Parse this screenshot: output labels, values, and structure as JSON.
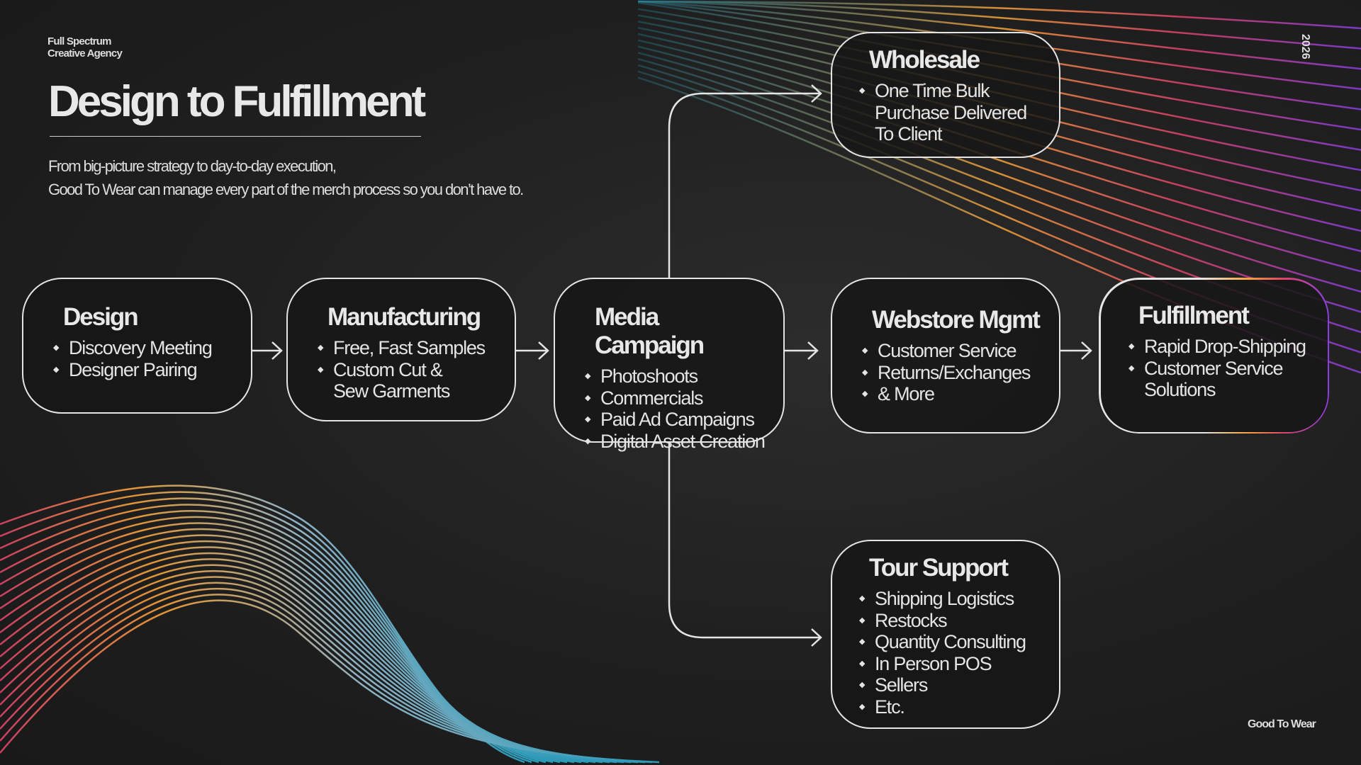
{
  "header": {
    "agency_line1": "Full Spectrum",
    "agency_line2": "Creative Agency",
    "title": "Design to Fulfillment",
    "subtitle_line1": "From big-picture strategy to day-to-day execution,",
    "subtitle_line2": "Good To Wear can manage every part of the merch process so you don’t have to.",
    "year": "2026"
  },
  "footer": {
    "brand": "Good To Wear"
  },
  "steps": {
    "design": {
      "title": "Design",
      "items": [
        "Discovery Meeting",
        "Designer Pairing"
      ]
    },
    "manufacturing": {
      "title": "Manufacturing",
      "items": [
        "Free, Fast Samples",
        "Custom Cut &",
        "Sew Garments"
      ]
    },
    "media": {
      "title": "Media Campaign",
      "items": [
        "Photoshoots",
        "Commercials",
        "Paid Ad Campaigns",
        "Digital Asset Creation"
      ]
    },
    "webstore": {
      "title": "Webstore Mgmt",
      "items": [
        "Customer Service",
        "Returns/Exchanges",
        "& More"
      ]
    },
    "fulfillment": {
      "title": "Fulfillment",
      "items": [
        "Rapid Drop-Shipping",
        "Customer Service",
        "Solutions"
      ]
    },
    "wholesale": {
      "title": "Wholesale",
      "items": [
        "One Time Bulk",
        "Purchase Delivered",
        "To Client"
      ]
    },
    "tour": {
      "title": "Tour Support",
      "items": [
        "Shipping Logistics",
        "Restocks",
        "Quantity Consulting",
        "In Person POS",
        "Sellers",
        "Etc."
      ]
    }
  },
  "colors": {
    "background": "#1e1e1e",
    "text": "#e6e6e6",
    "accent_orange": "#f6a33a",
    "accent_pink": "#e0436a",
    "accent_purple": "#8a3ee0",
    "accent_teal": "#2aa7c9"
  }
}
